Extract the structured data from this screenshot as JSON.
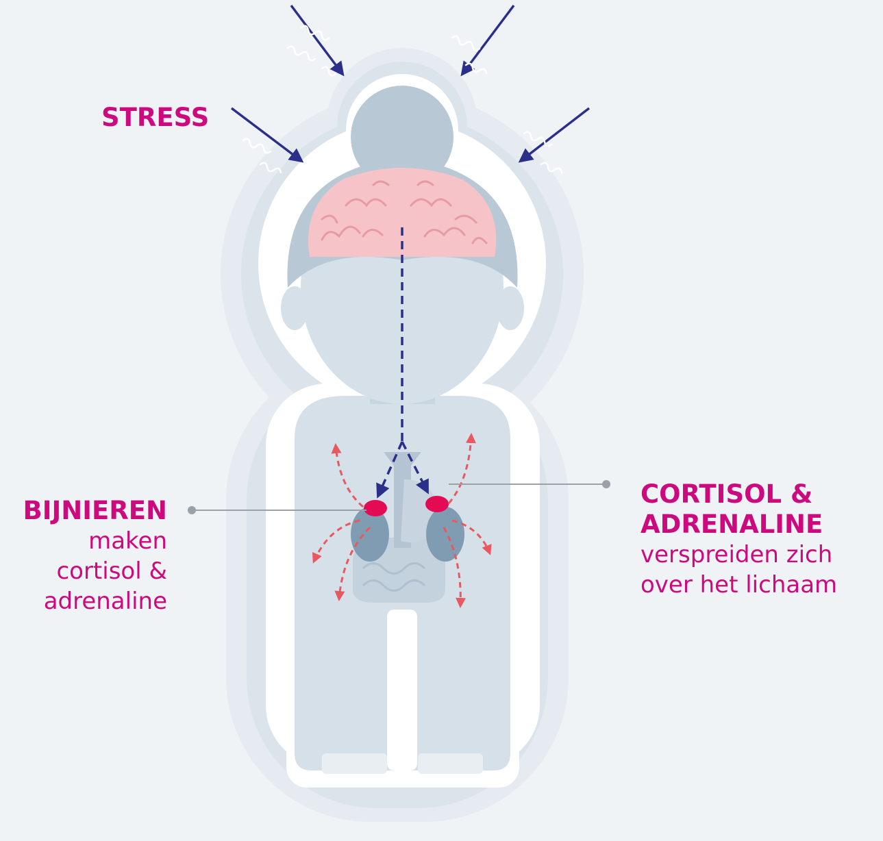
{
  "labels": {
    "stress": "STRESS",
    "bijnieren": {
      "title": "BIJNIEREN",
      "lines": [
        "maken",
        "cortisol &",
        "adrenaline"
      ]
    },
    "hormones": {
      "title_lines": [
        "CORTISOL &",
        "ADRENALINE"
      ],
      "lines": [
        "verspreiden zich",
        "over het lichaam"
      ]
    }
  },
  "colors": {
    "background": "#f0f3f6",
    "accent": "#cc0a7e",
    "stress_arrow": "#2a2f8a",
    "hormone_arrow": "#e8585f",
    "body": "#d4dee6",
    "halo_outer": "#e4eaef",
    "halo_inner": "#d8e1e8",
    "brain": "#f6c3c8",
    "adrenal_gland": "#e40b55",
    "kidney": "#7f9cb2",
    "leader_line": "#9aa1a7"
  }
}
